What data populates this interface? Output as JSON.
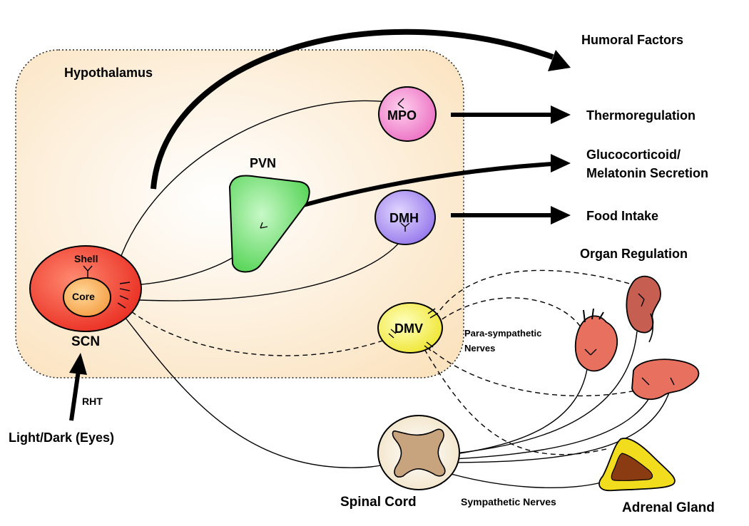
{
  "labels": {
    "hypothalamus": "Hypothalamus",
    "humoral": "Humoral Factors",
    "thermo": "Thermoregulation",
    "gluco1": "Glucocorticoid/",
    "gluco2": "Melatonin Secretion",
    "food": "Food Intake",
    "organ": "Organ Regulation",
    "para1": "Para-sympathetic",
    "para2": "Nerves",
    "symp": "Sympathetic Nerves",
    "spinal": "Spinal Cord",
    "adrenal": "Adrenal Gland",
    "scn": "SCN",
    "rht": "RHT",
    "light": "Light/Dark (Eyes)",
    "shell": "Shell",
    "core": "Core",
    "pvn": "PVN",
    "mpo": "MPO",
    "dmh": "DMH",
    "dmv": "DMV"
  },
  "colors": {
    "hypothalamus_fill": "#fbe3c0",
    "scn_shell": "#ef3b2c",
    "scn_core": "#f7a14a",
    "mpo": "#f07fc8",
    "pvn": "#6ede6e",
    "dmh": "#a58af0",
    "dmv": "#f2ee3a",
    "organ": "#e8705e",
    "kidney": "#c75e52",
    "spinal_bg": "#f4e8cf",
    "spinal_gray": "#c8a47e",
    "adrenal_outer": "#f2dc1e",
    "adrenal_inner": "#8a3b12"
  }
}
